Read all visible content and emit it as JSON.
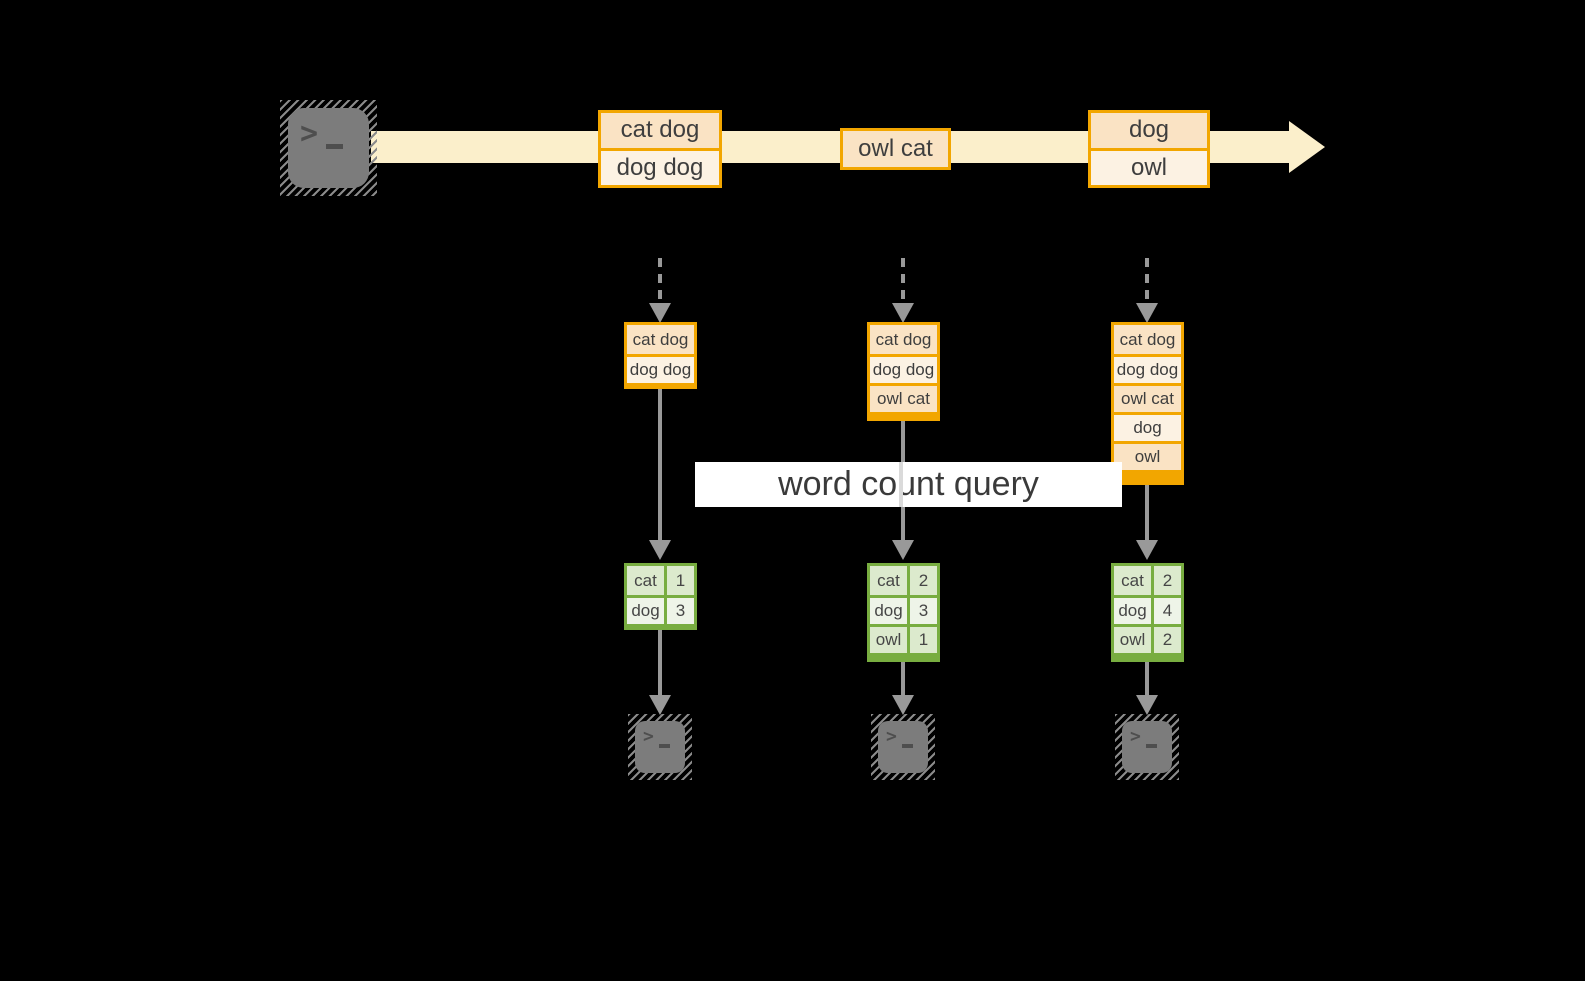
{
  "query": {
    "label": "word count query"
  },
  "icons": {
    "terminal_prompt": ">"
  },
  "stream": {
    "events": [
      {
        "cells": [
          "cat dog",
          "dog dog"
        ]
      },
      {
        "cells": [
          "owl cat"
        ]
      },
      {
        "cells": [
          "dog",
          "owl"
        ]
      }
    ]
  },
  "columns": [
    {
      "buffer": [
        "cat dog",
        "dog dog"
      ],
      "counts": [
        [
          "cat",
          "1"
        ],
        [
          "dog",
          "3"
        ]
      ]
    },
    {
      "buffer": [
        "cat dog",
        "dog dog",
        "owl cat"
      ],
      "counts": [
        [
          "cat",
          "2"
        ],
        [
          "dog",
          "3"
        ],
        [
          "owl",
          "1"
        ]
      ]
    },
    {
      "buffer": [
        "cat dog",
        "dog dog",
        "owl cat",
        "dog",
        "owl"
      ],
      "counts": [
        [
          "cat",
          "2"
        ],
        [
          "dog",
          "4"
        ],
        [
          "owl",
          "2"
        ]
      ]
    }
  ],
  "colors": {
    "background": "#000000",
    "stream_band": "#FBEFCB",
    "orange_border": "#F2A600",
    "cell_peach": "#FAE3C4",
    "cell_cream": "#FCF2E3",
    "green_border": "#78AD40",
    "green_cell_dark": "#DCEACD",
    "green_cell_light": "#EEF4E8",
    "arrow_gray": "#999999",
    "terminal_gray": "#7C7C7C",
    "text_dark": "#3E3E3E",
    "banner_bg": "#FFFFFF"
  }
}
